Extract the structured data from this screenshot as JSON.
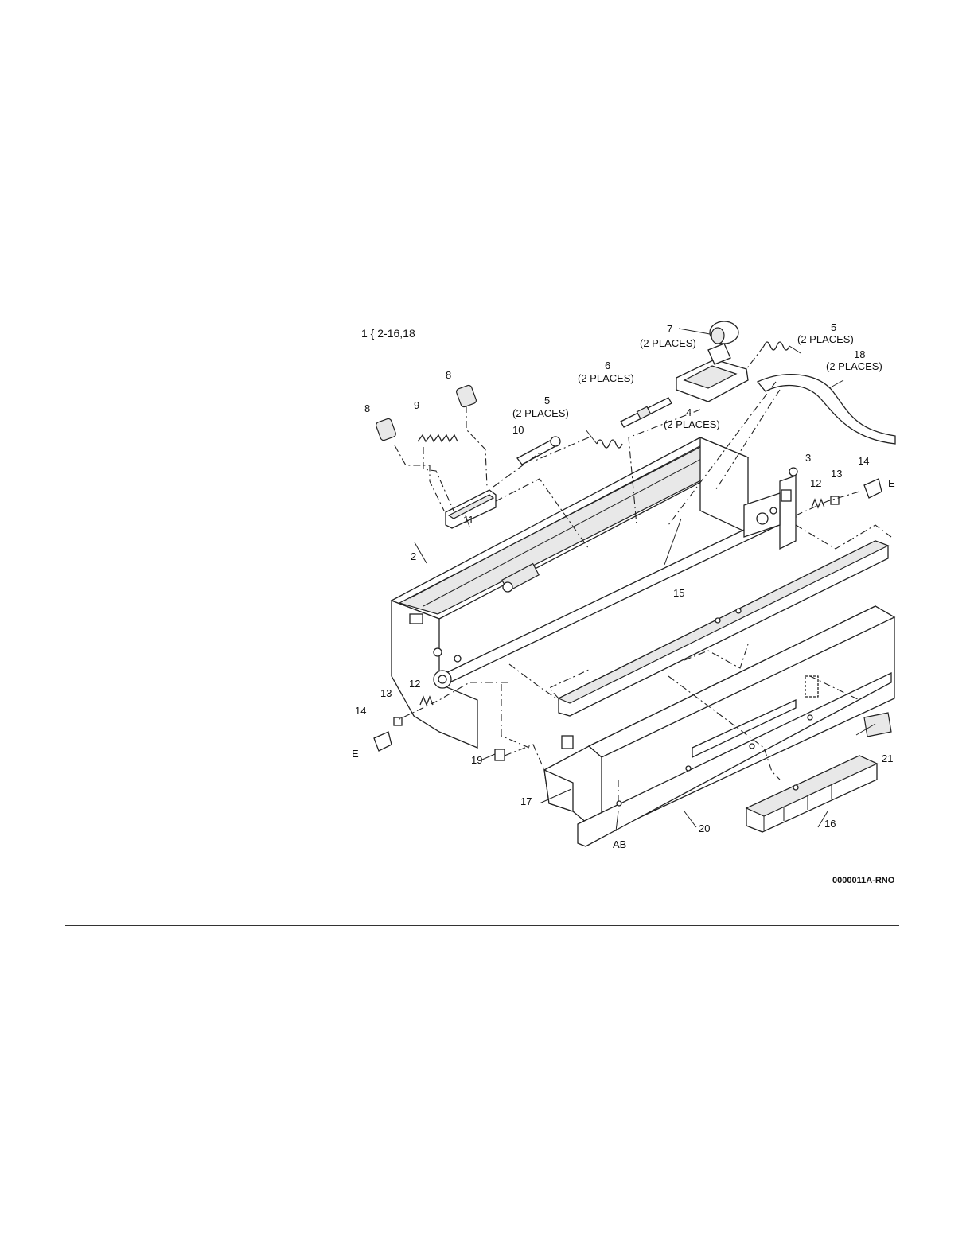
{
  "diagram": {
    "kit_note": "1 { 2-16,18",
    "drawing_code": "0000011A-RNO",
    "callouts": {
      "c2": "2",
      "c3": "3",
      "c4": "4",
      "c4_note": "(2 PLACES)",
      "c5a": "5",
      "c5a_note": "(2 PLACES)",
      "c5b": "5",
      "c5b_note": "(2 PLACES)",
      "c6": "6",
      "c6_note": "(2 PLACES)",
      "c7": "7",
      "c7_note": "(2 PLACES)",
      "c8a": "8",
      "c8b": "8",
      "c9": "9",
      "c10": "10",
      "c11": "11",
      "c12a": "12",
      "c12b": "12",
      "c13a": "13",
      "c13b": "13",
      "c14a": "14",
      "c14b": "14",
      "c15": "15",
      "c16": "16",
      "c17": "17",
      "c18": "18",
      "c18_note": "(2 PLACES)",
      "c19": "19",
      "c20": "20",
      "c21": "21",
      "ea": "E",
      "eb": "E",
      "ab": "AB"
    }
  }
}
